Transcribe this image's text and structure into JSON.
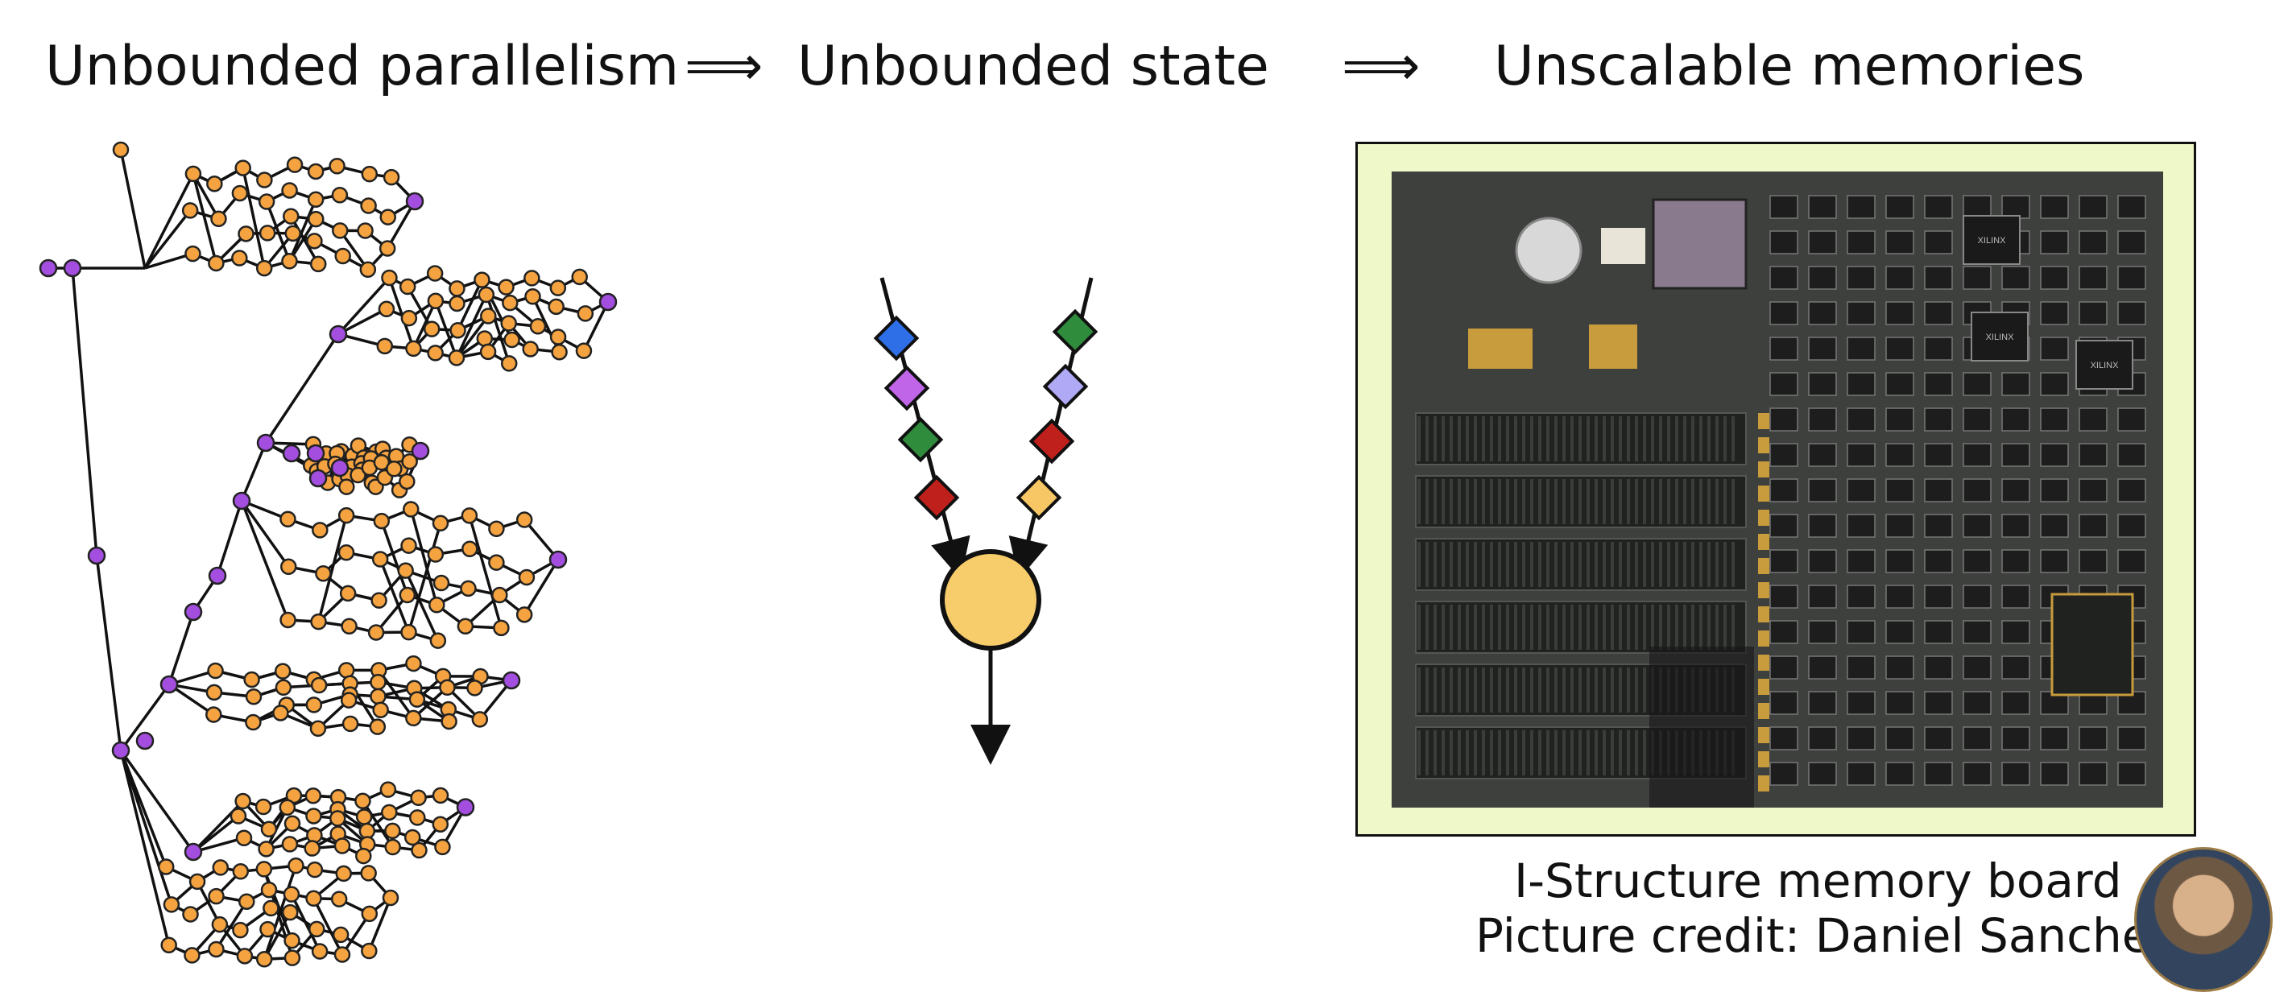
{
  "headings": {
    "left": "Unbounded parallelism",
    "middle": "Unbounded state",
    "right": "Unscalable memories",
    "arrow_symbol": "⟹"
  },
  "photo": {
    "caption_line1": "I-Structure memory board",
    "caption_line2": "Picture credit: Daniel Sanchez",
    "chip_label": "XILINX"
  },
  "colors": {
    "task_node": "#f4a340",
    "spawn_node": "#a44ee0",
    "edge": "#111111",
    "operator_circle": "#f7cc6b",
    "token_colors": [
      "#2e6fe8",
      "#c065e8",
      "#2f8c3c",
      "#c0201c",
      "#f7c765",
      "#b0a9f5"
    ],
    "pcb_background": "#eef8c8"
  }
}
